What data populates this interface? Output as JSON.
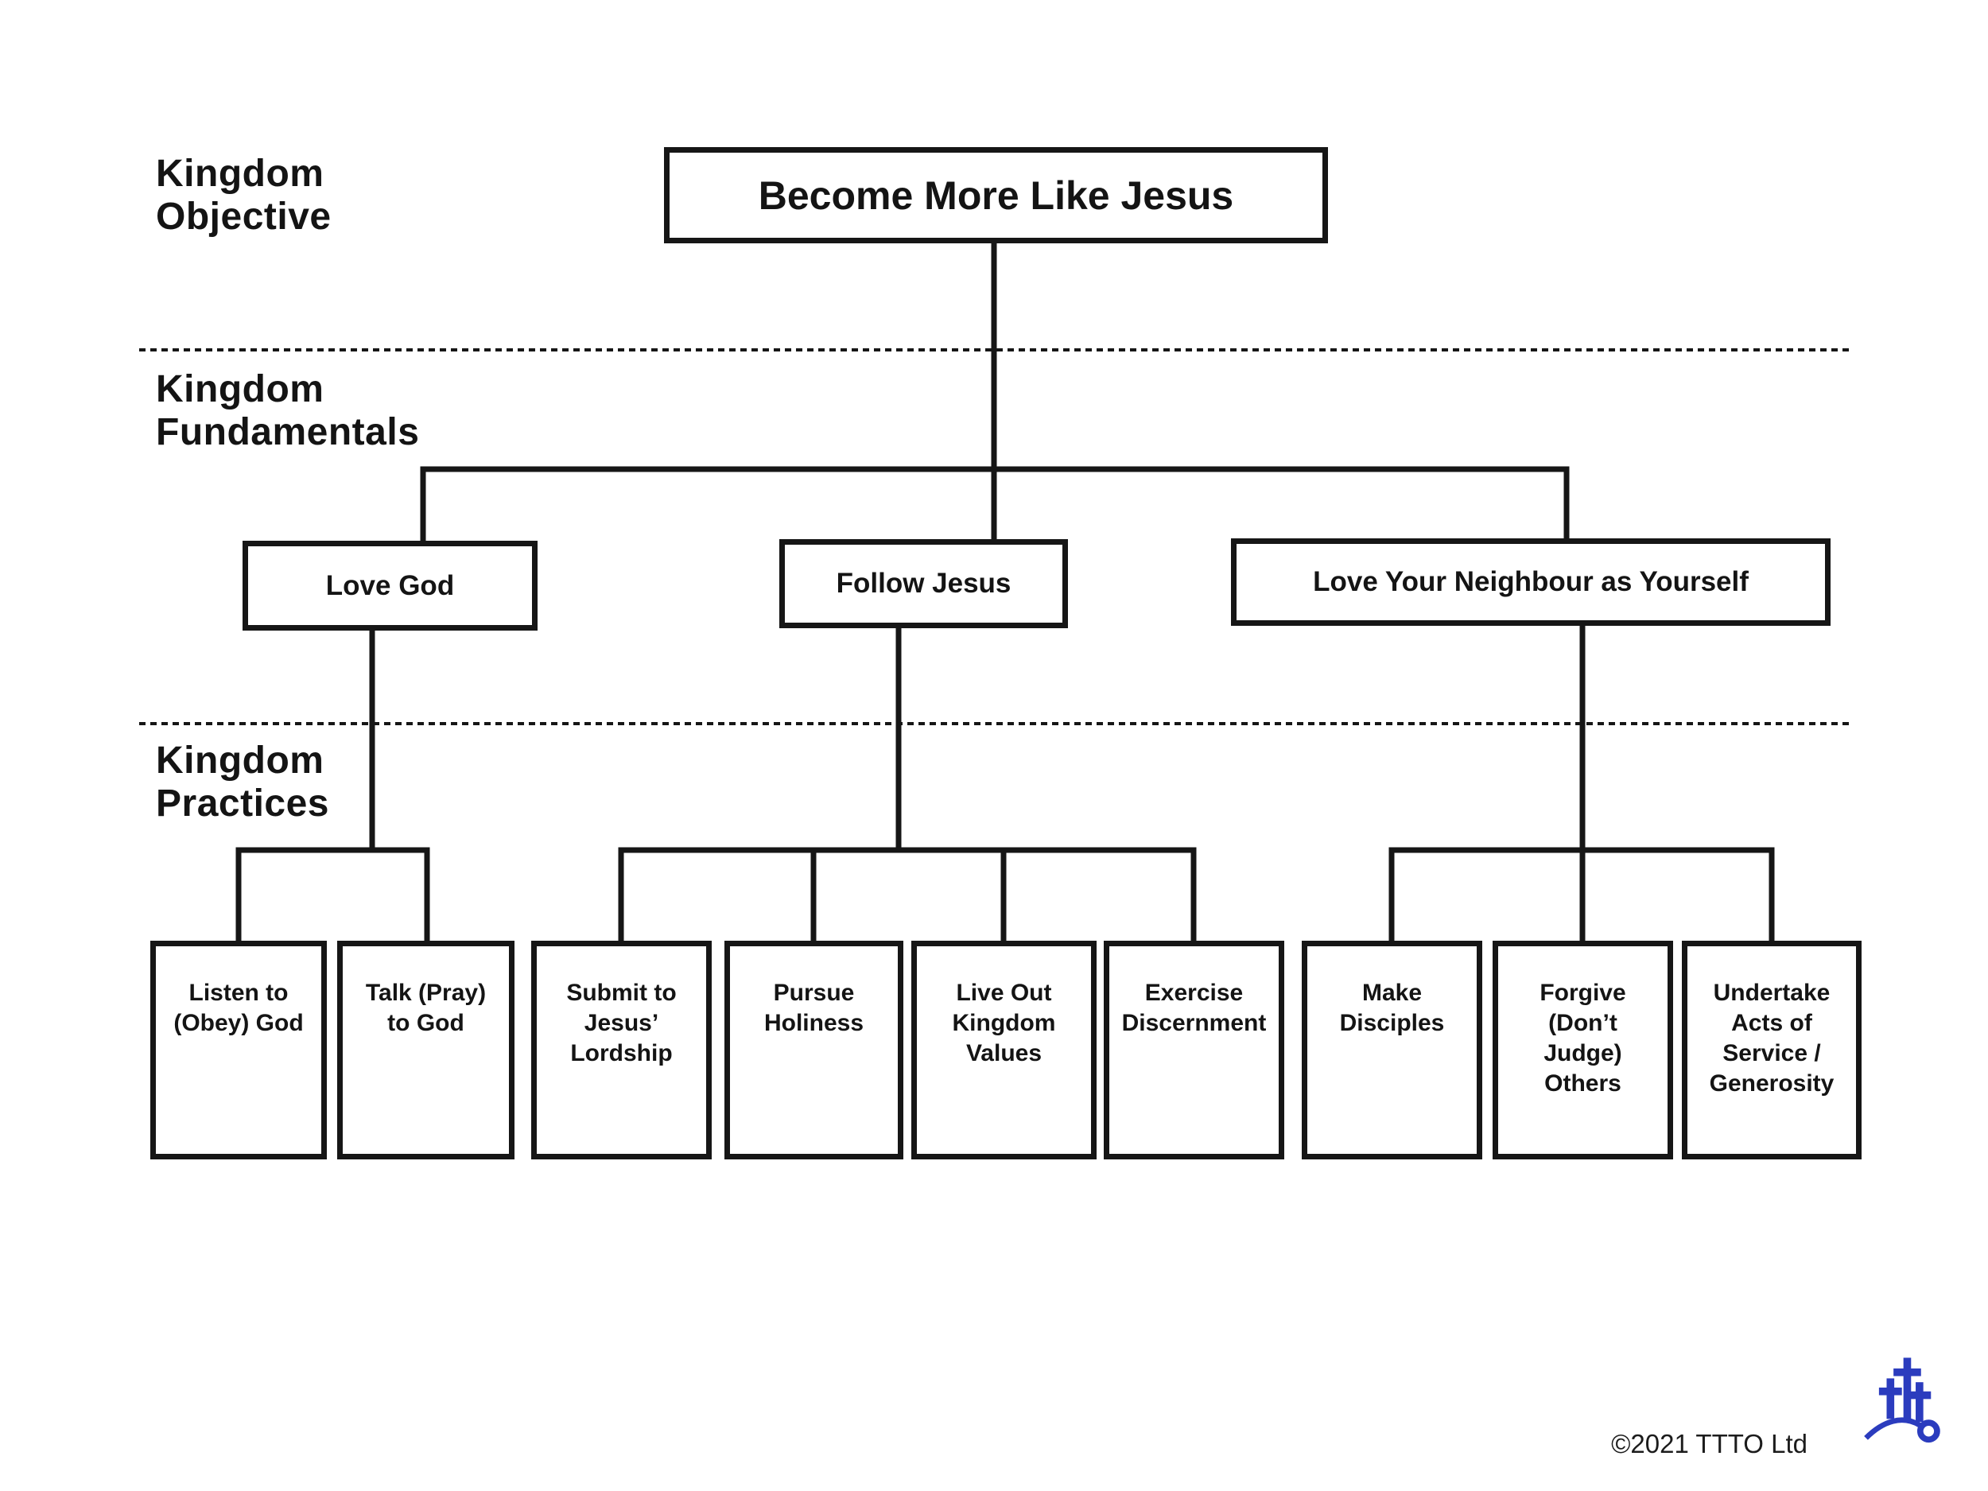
{
  "canvas": {
    "background": "#ffffff",
    "ink_color": "#161616",
    "logo_blue": "#2b3cbe"
  },
  "sections": [
    {
      "label": "Kingdom\nObjective"
    },
    {
      "label": "Kingdom\nFundamentals"
    },
    {
      "label": "Kingdom\nPractices"
    }
  ],
  "objective_box": {
    "label": "Become More Like Jesus"
  },
  "fundamental_boxes": [
    {
      "label": "Love God"
    },
    {
      "label": "Follow Jesus"
    },
    {
      "label": "Love Your Neighbour as Yourself"
    }
  ],
  "practice_boxes": [
    {
      "label": "Listen to\n(Obey) God"
    },
    {
      "label": "Talk (Pray)\nto God"
    },
    {
      "label": "Submit to\nJesus’\nLordship"
    },
    {
      "label": "Pursue\nHoliness"
    },
    {
      "label": "Live Out\nKingdom\nValues"
    },
    {
      "label": "Exercise\nDiscernment"
    },
    {
      "label": "Make\nDisciples"
    },
    {
      "label": "Forgive\n(Don’t\nJudge)\nOthers"
    },
    {
      "label": "Undertake\nActs of\nService /\nGenerosity"
    }
  ],
  "footer": {
    "copyright": "©2021 TTTO Ltd",
    "logo_icon": "three-crosses-hill-logo"
  }
}
